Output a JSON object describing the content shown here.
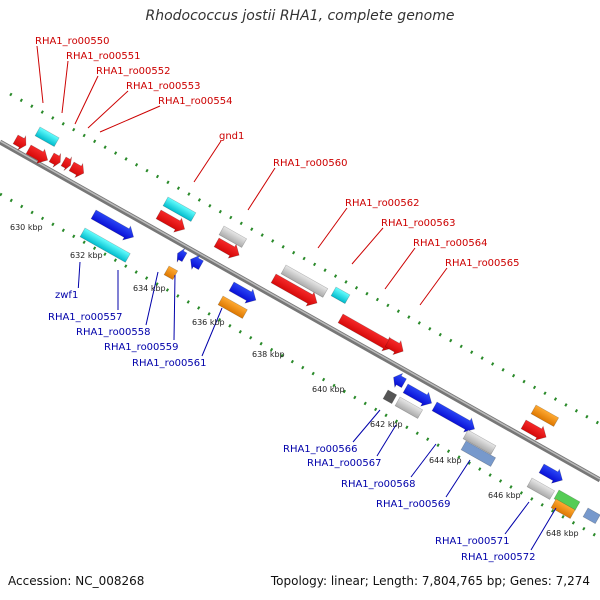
{
  "title": "Rhodococcus jostii RHA1, complete genome",
  "footer": {
    "accession": "Accession: NC_008268",
    "summary": "Topology: linear; Length: 7,804,765 bp; Genes: 7,274"
  },
  "colors": {
    "backbone": "#888888",
    "top_label": "#cc0000",
    "bottom_label": "#0000aa",
    "tick": "#2a8a2a"
  },
  "kbp_ticks": [
    "630 kbp",
    "632 kbp",
    "634 kbp",
    "636 kbp",
    "638 kbp",
    "640 kbp",
    "642 kbp",
    "644 kbp",
    "646 kbp",
    "648 kbp"
  ],
  "top_labels": [
    "RHA1_ro00550",
    "RHA1_ro00551",
    "RHA1_ro00552",
    "RHA1_ro00553",
    "RHA1_ro00554",
    "gnd1",
    "RHA1_ro00560",
    "RHA1_ro00562",
    "RHA1_ro00563",
    "RHA1_ro00564",
    "RHA1_ro00565"
  ],
  "bottom_labels": [
    "zwf1",
    "RHA1_ro00557",
    "RHA1_ro00558",
    "RHA1_ro00559",
    "RHA1_ro00561",
    "RHA1_ro00566",
    "RHA1_ro00567",
    "RHA1_ro00568",
    "RHA1_ro00569",
    "RHA1_ro00571",
    "RHA1_ro00572"
  ]
}
